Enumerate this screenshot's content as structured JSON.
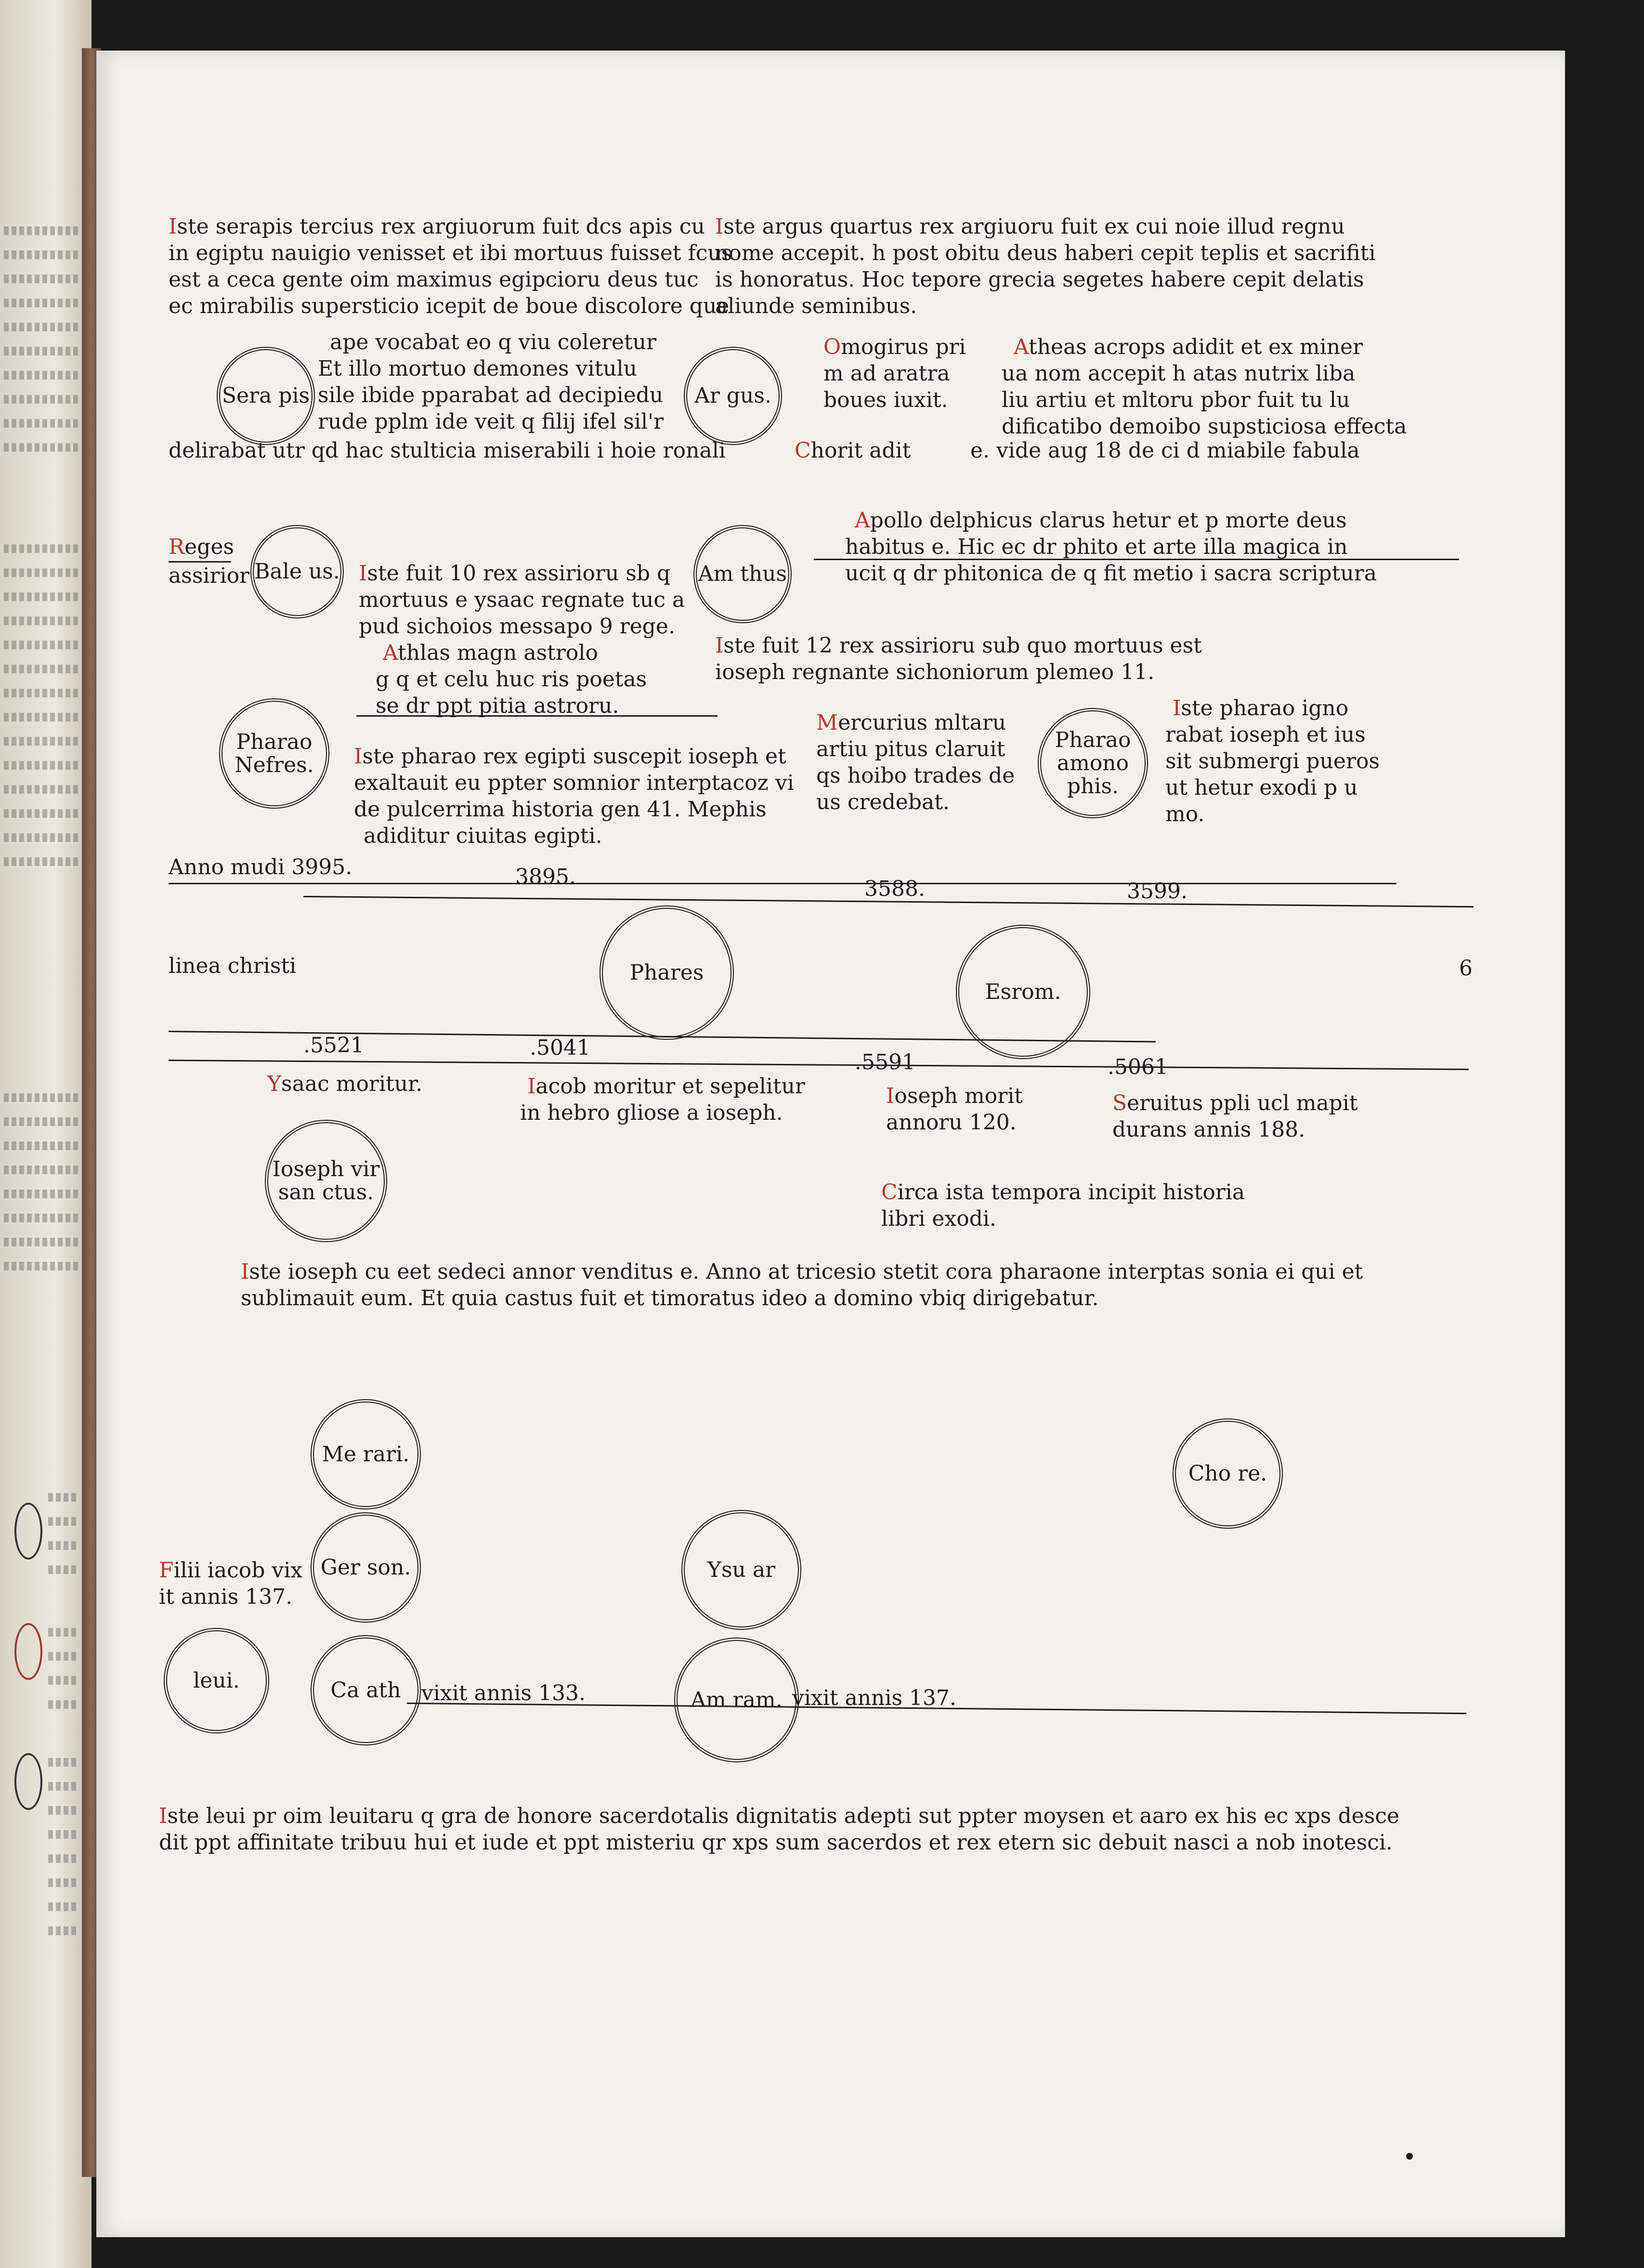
{
  "top_left": {
    "lines": [
      "Iste serapis tercius rex argiuorum fuit dcs apis cu",
      "in egiptu nauigio venisset et ibi mortuus fuisset fcus",
      "est a ceca gente oim maximus egipcioru deus tuc",
      "ec mirabilis supersticio icepit de boue discolore que"
    ],
    "circle": "Sera pis",
    "side": [
      "ape vocabat eo q viu coleretur",
      "Et illo mortuo demones vitulu",
      "sile ibide pparabat ad decipiedu",
      "rude pplm ide veit q filij ifel sil'r"
    ],
    "last": "delirabat utr qd hac stulticia miserabili i hoie ronali"
  },
  "top_right": {
    "lines": [
      "Iste argus quartus rex argiuoru fuit ex cui noie illud regnu",
      "nome accepit. h post obitu deus haberi cepit teplis et sacrifiti",
      "is honoratus. Hoc tepore grecia segetes habere cepit delatis",
      "aliunde seminibus."
    ],
    "circle": "Ar gus.",
    "col1": [
      "Omogirus pri",
      "m ad aratra",
      "boues iuxit."
    ],
    "col2": [
      "Atheas acrops adidit et ex miner",
      "ua nom accepit h atas nutrix liba",
      "liu artiu et mltoru pbor fuit tu lu",
      "dificatibo demoibo supsticiosa effecta"
    ],
    "chorit": "Chorit adit",
    "aug": "e. vide aug 18 de ci d miabile fabula"
  },
  "middle": {
    "reges_label": [
      "Reges",
      "assirior"
    ],
    "circle_bale": "Bale us.",
    "bale_text": [
      "Iste fuit 10 rex assirioru sb q",
      "mortuus e ysaac regnate tuc a",
      "pud sichoios messapo 9 rege."
    ],
    "athlas": [
      "Athlas magn astrolo",
      "g q et celu huc ris poetas",
      "se dr ppt pitia astroru."
    ],
    "circle_amthus": "Am thus",
    "apollo": [
      "Apollo delphicus clarus hetur et p morte deus",
      "habitus e. Hic ec dr phito et arte illa magica in",
      "ucit q dr phitonica de q fit metio i sacra scriptura"
    ],
    "iste12": [
      "Iste fuit 12 rex assirioru sub quo mortuus est",
      "ioseph regnante sichoniorum plemeo 11."
    ],
    "circle_pharao1": "Pharao Nefres.",
    "pharao_text": [
      "Iste pharao rex egipti suscepit ioseph et",
      "exaltauit eu ppter somnior interptacoz vi",
      "de pulcerrima historia gen 41. Mephis",
      "adiditur ciuitas egipti."
    ],
    "mercurius": [
      "Mercurius mltaru",
      "artiu pitus claruit",
      "qs hoibo trades de",
      "us credebat."
    ],
    "circle_pharao2": "Pharao amono phis.",
    "pharao2_text": [
      "Iste pharao igno",
      "rabat ioseph et ius",
      "sit submergi pueros",
      "ut hetur exodi p u",
      "mo."
    ]
  },
  "year_line": {
    "label": "Anno mudi 3995.",
    "dates": [
      "3895.",
      "3588.",
      "3599."
    ]
  },
  "lineage": {
    "label": "linea christi",
    "circle_phares": "Phares",
    "circle_esrom": "Esrom."
  },
  "dates_line": {
    "dates": [
      ".5521",
      ".5041",
      ".5591",
      ".5061"
    ]
  },
  "events": {
    "ysaac": "Ysaac moritur.",
    "iacob": [
      "Iacob moritur et sepelitur",
      "in hebro gliose a ioseph."
    ],
    "ioseph_mort": [
      "Ioseph morit",
      "annoru 120."
    ],
    "seruitus": [
      "Seruitus ppli ucl mapit",
      "durans annis 188."
    ],
    "circle_ioseph": "Ioseph vir san ctus.",
    "circa": [
      "Circa ista tempora incipit historia",
      "libri exodi."
    ]
  },
  "ioseph_para": [
    "Iste ioseph cu eet sedeci annor venditus e. Anno at tricesio stetit cora pharaone interptas sonia ei qui et",
    "sublimauit eum. Et quia castus fuit et timoratus ideo a domino vbiq dirigebatur."
  ],
  "lower": {
    "circle_merari": "Me rari.",
    "circle_chore": "Cho re.",
    "circle_gerson": "Ger son.",
    "circle_ysuar": "Ysu ar",
    "filii": [
      "Filii iacob vix",
      "it annis 137."
    ],
    "circle_leui": "leui.",
    "circle_caath": "Ca ath",
    "caath_text": "vixit annis 133.",
    "circle_amram": "Am ram.",
    "amram_text": "vixit annis 137."
  },
  "bottom_para": [
    "Iste leui pr oim leuitaru q gra de honore sacerdotalis dignitatis adepti sut ppter moysen et aaro ex his ec xps desce",
    "dit ppt affinitate tribuu hui et iude et ppt misteriu qr xps sum sacerdos et rex etern sic debuit nasci a nob inotesci."
  ],
  "margin_mark": "6"
}
